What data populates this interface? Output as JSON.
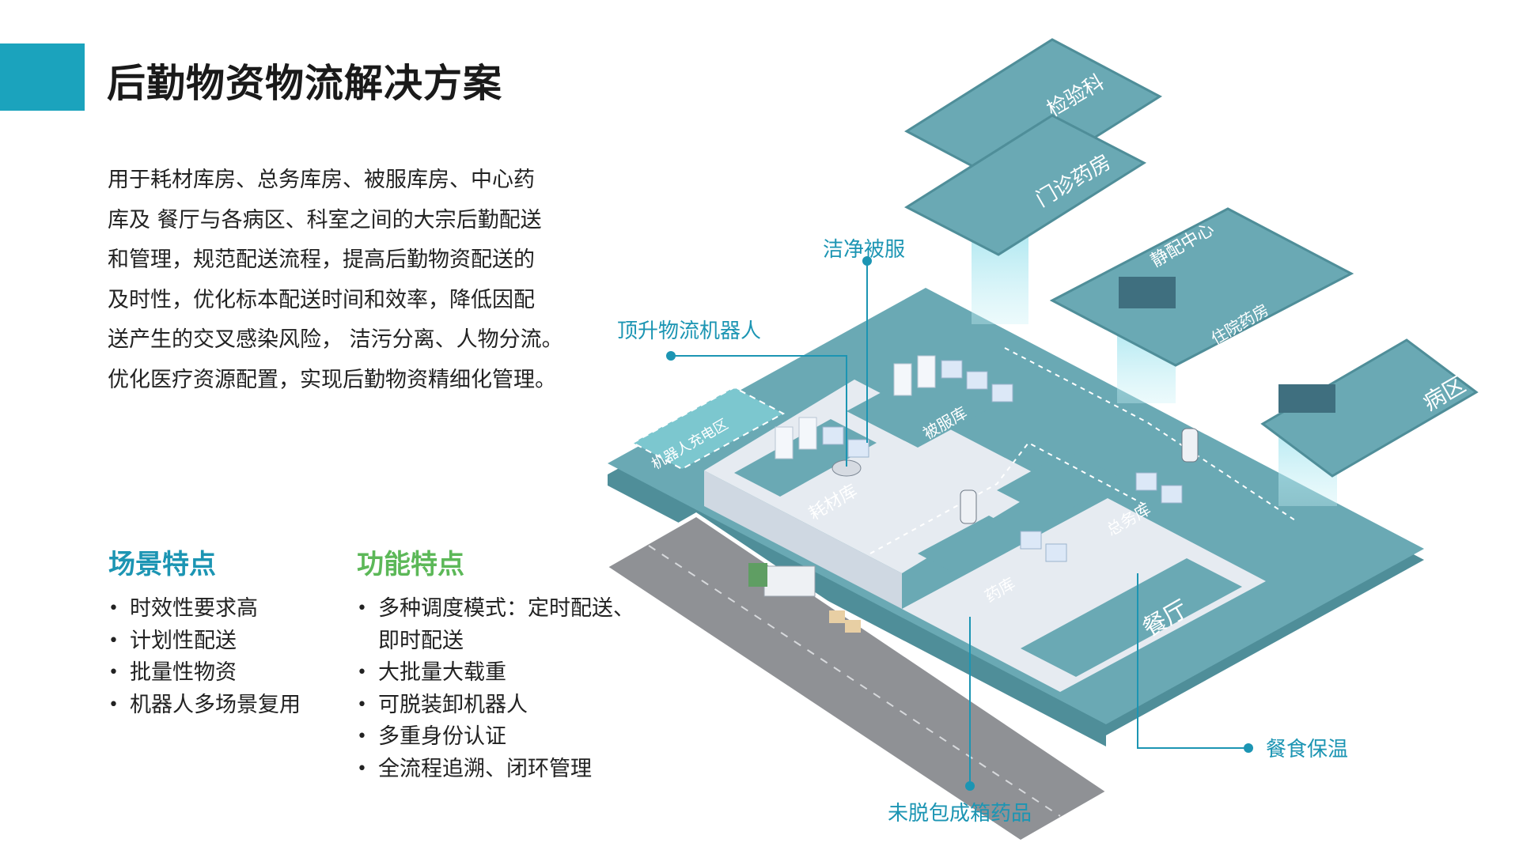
{
  "title": "后勤物资物流解决方案",
  "intro_lines": [
    "用于耗材库房、总务库房、被服库房、中心药",
    "库及 餐厅与各病区、科室之间的大宗后勤配送",
    "和管理，规范配送流程，提高后勤物资配送的",
    "及时性，优化标本配送时间和效率，降低因配",
    "送产生的交叉感染风险， 洁污分离、人物分流。",
    "优化医疗资源配置，实现后勤物资精细化管理。"
  ],
  "scene_features": {
    "title": "场景特点",
    "items": [
      "时效性要求高",
      "计划性配送",
      "批量性物资",
      "机器人多场景复用"
    ]
  },
  "function_features": {
    "title": "功能特点",
    "items": [
      {
        "line1": "多种调度模式：定时配送、",
        "line2": "即时配送"
      },
      {
        "line1": "大批量大载重",
        "line2": ""
      },
      {
        "line1": "可脱装卸机器人",
        "line2": ""
      },
      {
        "line1": "多重身份认证",
        "line2": ""
      },
      {
        "line1": "全流程追溯、闭环管理",
        "line2": ""
      }
    ]
  },
  "diagram": {
    "floors": {
      "lab": "检验科",
      "outpatient_pharmacy": "门诊药房",
      "pivas": "静配中心",
      "inpatient_pharmacy": "住院药房",
      "ward": "病区"
    },
    "rooms": {
      "charging": "机器人充电区",
      "consumables": "耗材库",
      "linen": "被服库",
      "general": "总务库",
      "pharmacy": "药库",
      "canteen": "餐厅"
    },
    "callouts": {
      "clean_linen": "洁净被服",
      "lift_robot": "顶升物流机器人",
      "meal_warm": "餐食保温",
      "unpacked_drugs": "未脱包成箱药品"
    },
    "colors": {
      "floor": "#6aa9b4",
      "wall": "#e6ebf1",
      "road": "#8f9195",
      "callout": "#1c95b3",
      "accent": "#1ba3bd"
    }
  }
}
